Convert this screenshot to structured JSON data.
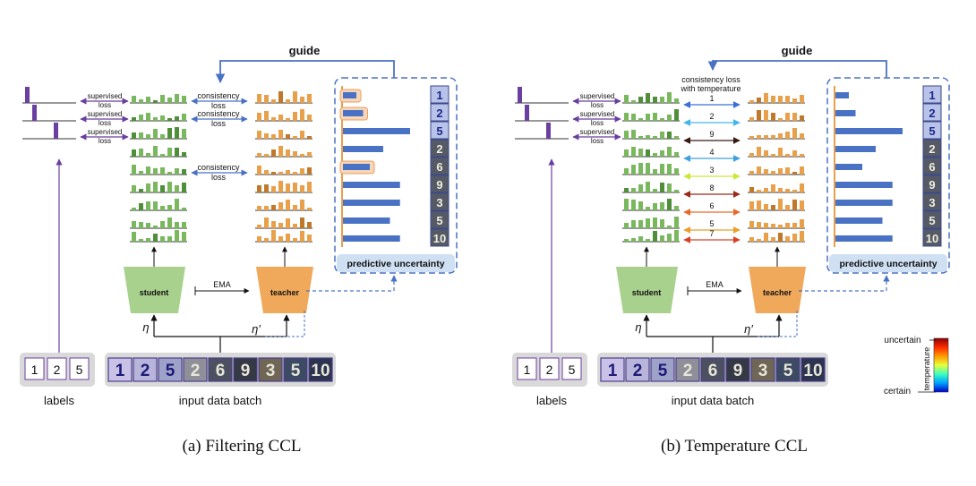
{
  "colors": {
    "green": "#7ab85e",
    "green_dark": "#4f8f3a",
    "orange": "#e8a04a",
    "orange_dark": "#c0782a",
    "blue": "#4a72c4",
    "purple": "#6a3fa0",
    "uncertain_bg": "#cfe0f3",
    "student_fill": "#a9d18e",
    "teacher_fill": "#f0a85a"
  },
  "labels": [
    "1",
    "2",
    "5"
  ],
  "labels_caption": "labels",
  "batch_caption": "input data batch",
  "student_label": "student",
  "teacher_label": "teacher",
  "ema_label": "EMA",
  "eta_label": "η",
  "eta_prime_label": "η′",
  "guide_label": "guide",
  "predictive_uncertainty_label": "predictive uncertainty",
  "supervised_loss_label": [
    "supervised",
    "loss"
  ],
  "consistency_loss_label": [
    "consistency",
    "loss"
  ],
  "consistency_temp_label": [
    "consistency loss",
    "with temperature"
  ],
  "temperatures": [
    "1",
    "2",
    "9",
    "4",
    "3",
    "8",
    "6",
    "5",
    "7"
  ],
  "temperature_colors": [
    "#3b6fd8",
    "#43b6e6",
    "#3a1a10",
    "#3fa0e0",
    "#c9e83b",
    "#9a2a1a",
    "#e86a2a",
    "#e8a02a",
    "#d8402a"
  ],
  "uncertainty_values": [
    0.2,
    0.3,
    1.0,
    0.6,
    0.4,
    0.85,
    0.85,
    0.7,
    0.85
  ],
  "filtered_rows": [
    0,
    1,
    4
  ],
  "sample_digits": [
    "1",
    "2",
    "5",
    "2",
    "6",
    "9",
    "3",
    "5",
    "10"
  ],
  "legend": {
    "uncertain": "uncertain",
    "certain": "certain",
    "temperature": "temperature"
  },
  "captions": {
    "a": "(a) Filtering CCL",
    "b": "(b) Temperature CCL"
  }
}
